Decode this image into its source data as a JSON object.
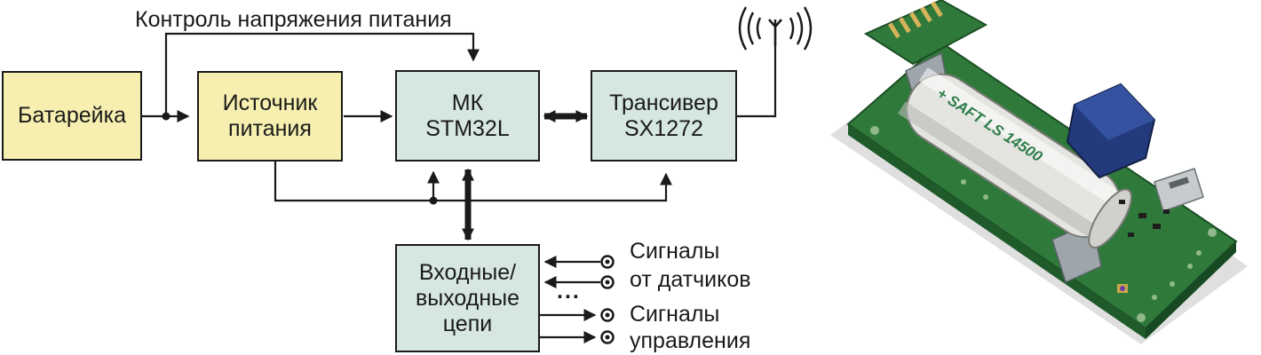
{
  "diagram": {
    "title": "Контроль напряжения питания",
    "blocks": {
      "battery": "Батарейка",
      "power": "Источник\nпитания",
      "mcu": "МК\nSTM32L",
      "transceiver": "Трансивер\nSX1272",
      "io": "Входные/\nвыходные\nцепи"
    },
    "signals": {
      "sensor_1": "Сигналы",
      "sensor_2": "от датчиков",
      "ellipsis": "...",
      "control_1": "Сигналы",
      "control_2": "управления"
    },
    "colors": {
      "yellow_block": "#f6efb0",
      "mint_block": "#d5e7e0",
      "line": "#1a1a1a"
    },
    "icons": [
      "antenna-icon",
      "signal-waves-icon",
      "terminal-ring-icon"
    ]
  },
  "photo": {
    "description": "Плата датчика с батарейкой",
    "battery_label": "+ SAFT LS 14500"
  }
}
